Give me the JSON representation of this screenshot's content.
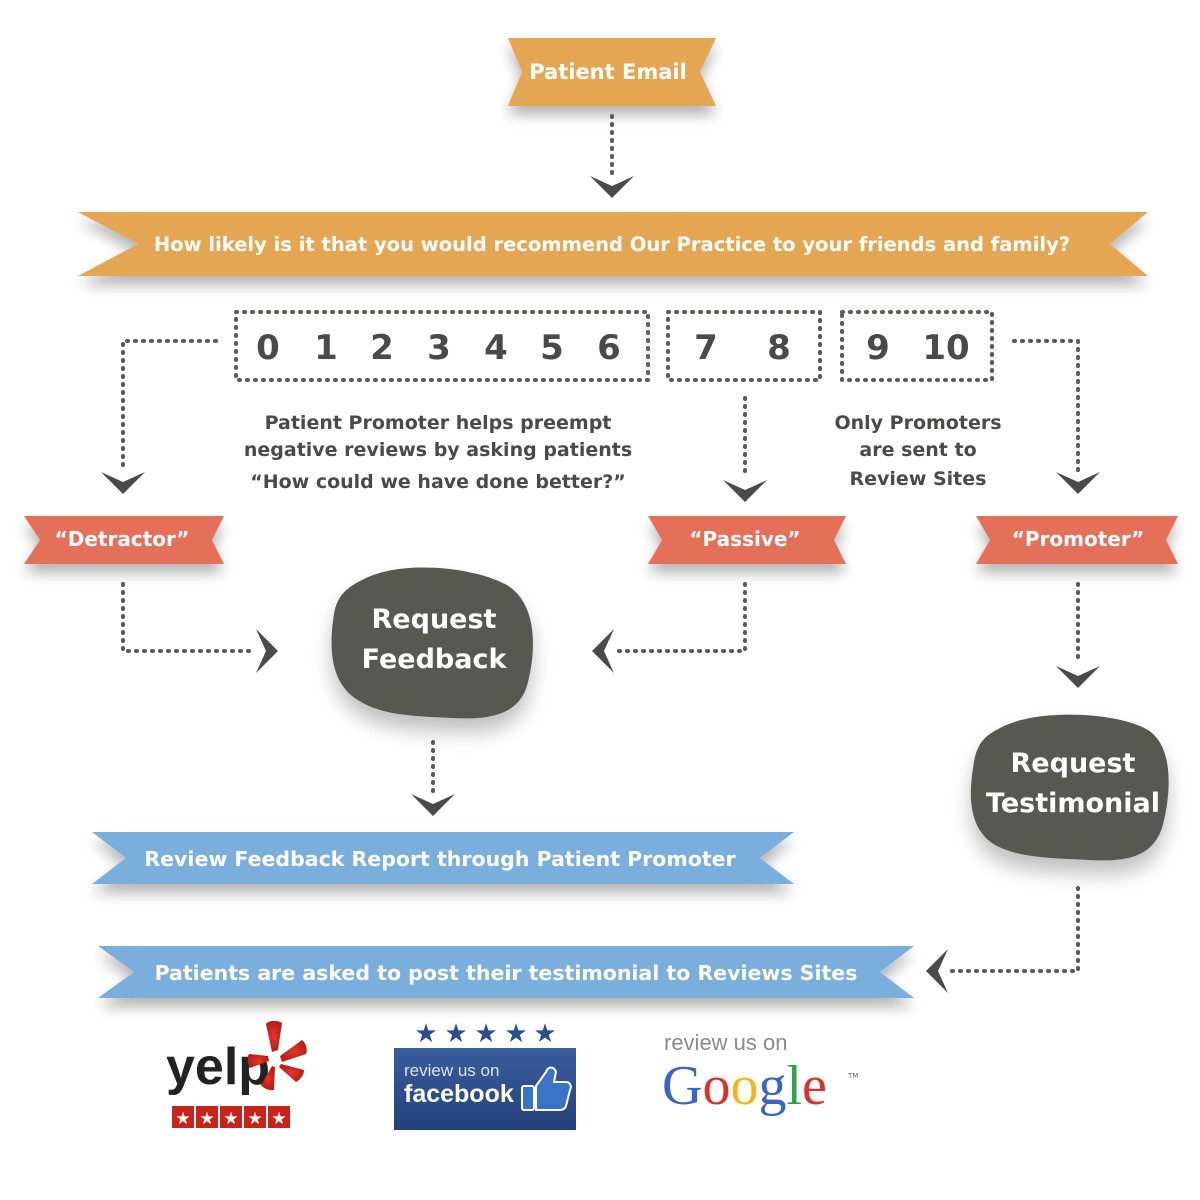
{
  "top_ribbon": "Patient Email",
  "question": "How likely is it that you would recommend Our Practice to your friends and family?",
  "scores": {
    "detractor_range": [
      "0",
      "1",
      "2",
      "3",
      "4",
      "5",
      "6"
    ],
    "passive_range": [
      "7",
      "8"
    ],
    "promoter_range": [
      "9",
      "10"
    ]
  },
  "notes": {
    "left": [
      "Patient Promoter helps preempt",
      "negative reviews by asking patients",
      "“How could we have done better?”"
    ],
    "right": [
      "Only Promoters",
      "are sent to",
      "Review Sites"
    ]
  },
  "categories": {
    "detractor": "“Detractor”",
    "passive": "“Passive”",
    "promoter": "“Promoter”"
  },
  "blobs": {
    "feedback": [
      "Request",
      "Feedback"
    ],
    "testimonial": [
      "Request",
      "Testimonial"
    ]
  },
  "blue_ribbons": {
    "report": "Review Feedback Report through Patient Promoter",
    "post": "Patients are asked to post their testimonial to Reviews Sites"
  },
  "logos": {
    "yelp": "yelp",
    "facebook_small": "review us on",
    "facebook_big": "facebook",
    "google_small": "review us on",
    "google_big": "Google",
    "google_tm": "TM"
  },
  "colors": {
    "orange": "#e5a652",
    "coral": "#e5705a",
    "blue": "#7aaedc",
    "dark": "#585852"
  }
}
